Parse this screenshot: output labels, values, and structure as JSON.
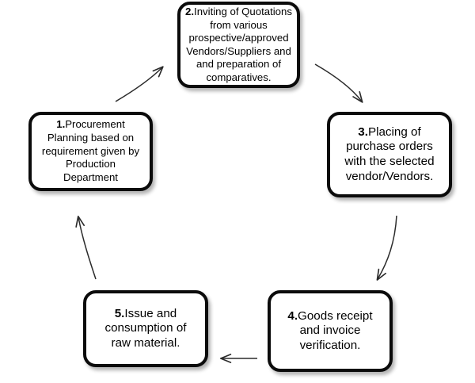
{
  "diagram": {
    "type": "cycle-flowchart",
    "direction": "clockwise",
    "background_color": "#ffffff",
    "node_border_color": "#0b0b0b",
    "node_fill_color": "#ffffff",
    "arrow_color": "#2b2b2b",
    "nodes": [
      {
        "id": "1",
        "number": "1.",
        "text": "Procurement\nPlanning based on\nrequirement given by\nProduction\nDepartment",
        "full_text": "1.Procurement Planning based on requirement given by Production Department",
        "position": "left"
      },
      {
        "id": "2",
        "number": "2.",
        "text": "Inviting of Quotations\nfrom various\nprospective/approved\nVendors/Suppliers and\nand preparation of\ncomparatives.",
        "full_text": "2.Inviting of Quotations from various prospective/approved Vendors/Suppliers and and preparation of comparatives.",
        "position": "top"
      },
      {
        "id": "3",
        "number": "3.",
        "text": "Placing of\npurchase orders\nwith the selected\nvendor/Vendors.",
        "full_text": "3.Placing of purchase orders with the selected vendor/Vendors.",
        "position": "right"
      },
      {
        "id": "4",
        "number": "4.",
        "text": "Goods receipt\nand invoice\nverification.",
        "full_text": "4.Goods receipt and invoice verification.",
        "position": "bottom-right"
      },
      {
        "id": "5",
        "number": "5.",
        "text": "Issue and\nconsumption of\nraw material.",
        "full_text": "5.Issue and consumption of raw material.",
        "position": "bottom-left"
      }
    ],
    "edges": [
      {
        "id": "e1",
        "from": "1",
        "to": "2",
        "style": "curved",
        "direction": "up-right"
      },
      {
        "id": "e2",
        "from": "2",
        "to": "3",
        "style": "curved",
        "direction": "down-right"
      },
      {
        "id": "e3",
        "from": "3",
        "to": "4",
        "style": "curved",
        "direction": "down"
      },
      {
        "id": "e4",
        "from": "4",
        "to": "5",
        "style": "straight",
        "direction": "left"
      },
      {
        "id": "e5",
        "from": "5",
        "to": "1",
        "style": "curved",
        "direction": "up"
      }
    ]
  }
}
